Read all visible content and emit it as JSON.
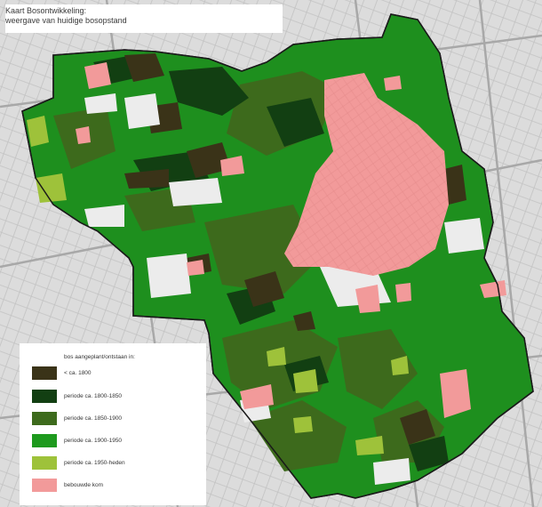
{
  "title": {
    "line1": "Kaart Bosontwikkeling:",
    "line2": "weergave van huidige bosopstand"
  },
  "legend": {
    "heading": "bos aangeplant/ontstaan in:",
    "items": [
      {
        "label": "< ca. 1800",
        "color": "#3a3318"
      },
      {
        "label": "periode ca. 1800-1850",
        "color": "#123f12"
      },
      {
        "label": "periode ca. 1850-1900",
        "color": "#3d6a1c"
      },
      {
        "label": "periode ca. 1900-1950",
        "color": "#1e9a1e"
      },
      {
        "label": "periode ca. 1950-heden",
        "color": "#9ec23a"
      },
      {
        "label": "bebouwde kom",
        "color": "#f29a9a"
      }
    ]
  },
  "colors": {
    "background_street": "#d9d9d9",
    "street_lines": "#b5b5b5",
    "boundary": "#1a1a1a"
  }
}
